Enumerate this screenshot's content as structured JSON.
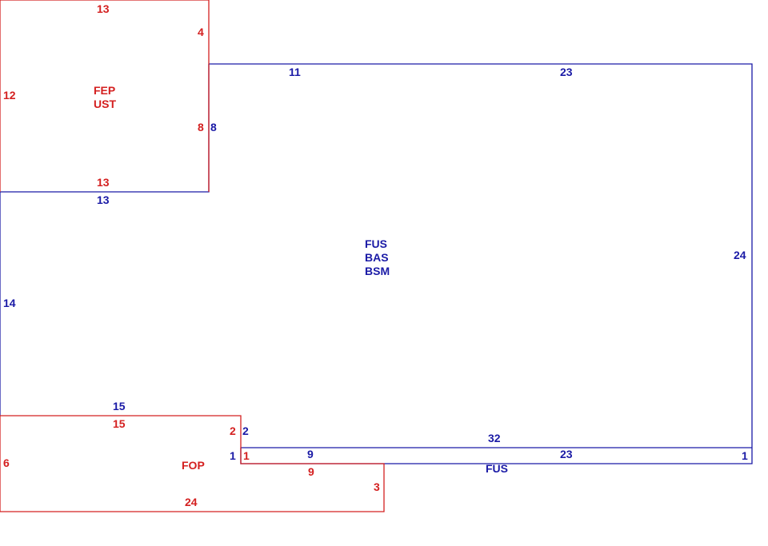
{
  "colors": {
    "red": "#d42020",
    "blue": "#1a1aa6",
    "background": "#ffffff"
  },
  "areas": {
    "fep": {
      "line1": "FEP",
      "line2": "UST"
    },
    "main": {
      "line1": "FUS",
      "line2": "BAS",
      "line3": "BSM"
    },
    "fop": {
      "line1": "FOP"
    },
    "fus_strip": {
      "line1": "FUS"
    }
  },
  "dims": {
    "fep_top": "13",
    "fep_step": "4",
    "fep_left": "12",
    "fep_right_red": "8",
    "fep_right_blue": "8",
    "fep_bottom_red": "13",
    "fep_bottom_blue": "13",
    "main_top_a": "11",
    "main_top_b": "23",
    "main_right": "24",
    "main_left": "14",
    "main_bottom_blue": "15",
    "fop_top_red": "15",
    "fop_step_red": "2",
    "fop_step_blue": "2",
    "main_bottom_32": "32",
    "main_bottom_23": "23",
    "strip_left_blue": "1",
    "strip_left_red": "1",
    "strip_9_blue": "9",
    "strip_right_blue": "1",
    "fop_left": "6",
    "fop_9_red": "9",
    "fop_right": "3",
    "fop_bottom": "24"
  }
}
